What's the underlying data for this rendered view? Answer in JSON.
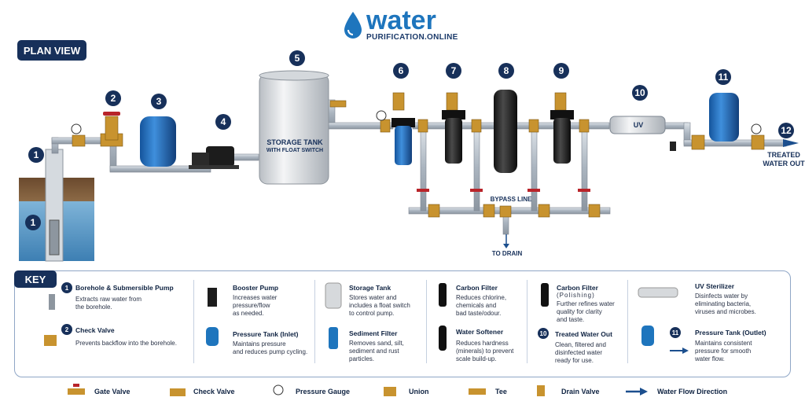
{
  "brand": {
    "name": "water",
    "sub": "PURIFICATION.ONLINE"
  },
  "plan_view": "PLAN VIEW",
  "badges": [
    "1",
    "2",
    "3",
    "4",
    "5",
    "6",
    "7",
    "8",
    "9",
    "10",
    "11",
    "12"
  ],
  "labels": {
    "storage_tank": "STORAGE TANK",
    "float_switch": "WITH FLOAT SWITCH",
    "uv": "UV",
    "bypass": "BYPASS LINE",
    "drain": "TO DRAIN",
    "treated": "TREATED",
    "water_out": "WATER OUT"
  },
  "key": {
    "title": "KEY",
    "items": [
      {
        "num": "1",
        "title": "Borehole & Submersible Pump",
        "desc": [
          "Extracts raw water from",
          "the borehole."
        ]
      },
      {
        "num": "2",
        "title": "Check Valve",
        "desc": [
          "Prevents backflow into the borehole."
        ]
      },
      {
        "title": "Booster Pump",
        "desc": [
          "Increases water",
          "pressure/flow",
          "as needed."
        ]
      },
      {
        "title": "Pressure Tank (Inlet)",
        "desc": [
          "Maintains pressure",
          "and reduces pump cycling."
        ]
      },
      {
        "title": "Storage Tank",
        "desc": [
          "Stores water and",
          "includes a float switch",
          "to control pump."
        ]
      },
      {
        "title": "Sediment Filter",
        "desc": [
          "Removes sand, silt,",
          "sediment and rust",
          "particles."
        ]
      },
      {
        "title": "Carbon Filter",
        "desc": [
          "Reduces chlorine,",
          "chemicals and",
          "bad taste/odour."
        ]
      },
      {
        "title": "Water Softener",
        "desc": [
          "Reduces hardness",
          "(minerals) to prevent",
          "scale build-up."
        ]
      },
      {
        "title": "Carbon Filter",
        "sub": "(Polishing)",
        "desc": [
          "Further refines water",
          "quality for clarity",
          "and taste."
        ]
      },
      {
        "num": "10",
        "title": "Treated Water Out",
        "desc": [
          "Clean, filtered and",
          "disinfected water",
          "ready for use."
        ]
      },
      {
        "title": "UV Sterilizer",
        "desc": [
          "Disinfects water by",
          "eliminating bacteria,",
          "viruses and microbes."
        ]
      },
      {
        "num": "11",
        "title": "Pressure Tank (Outlet)",
        "desc": [
          "Maintains consistent",
          "pressure for smooth",
          "water flow."
        ]
      }
    ]
  },
  "legend": [
    "Gate Valve",
    "Check Valve",
    "Pressure Gauge",
    "Union",
    "Tee",
    "Drain Valve",
    "Water Flow Direction"
  ],
  "colors": {
    "navy": "#17305a",
    "blue": "#1e75bd",
    "pipe": "#b9c2cc",
    "brass": "#c8932f",
    "red": "#b8242a"
  }
}
